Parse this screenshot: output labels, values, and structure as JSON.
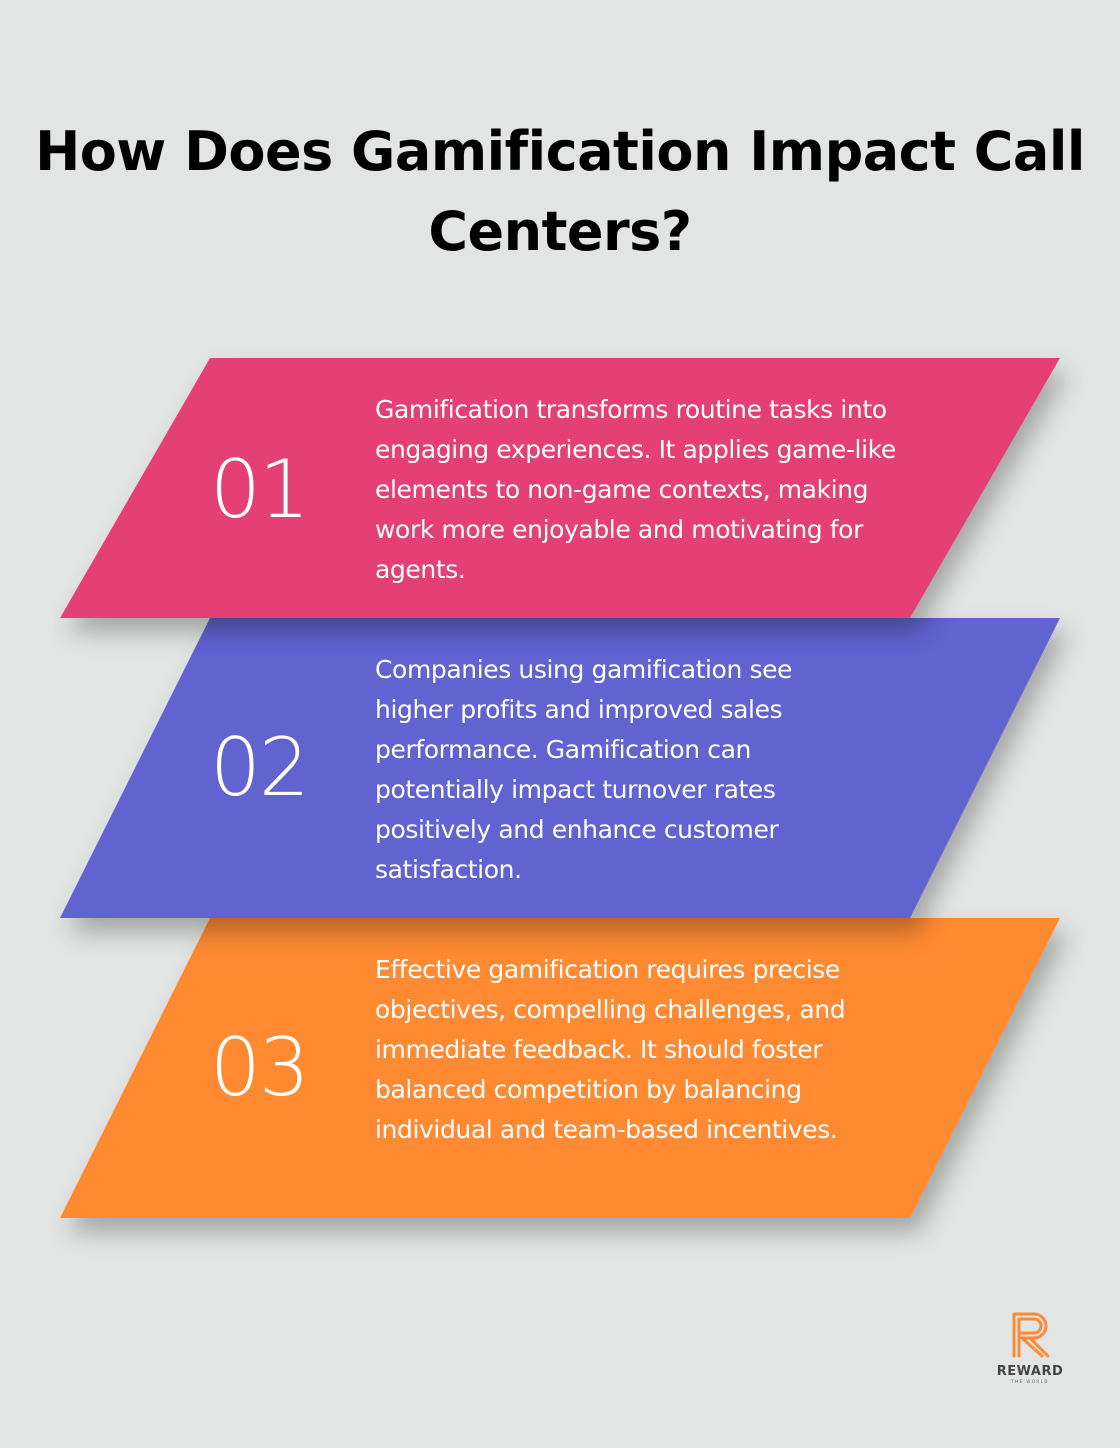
{
  "title": "How Does Gamification Impact Call Centers?",
  "colors": {
    "item1": "#e44174",
    "item2": "#6163d0",
    "item3": "#ff8a33",
    "background": "#e3e5e4"
  },
  "items": [
    {
      "number": "01",
      "text": "Gamification transforms routine tasks into engaging experiences. It applies game-like elements to non-game contexts, making work more enjoyable and motivating for agents."
    },
    {
      "number": "02",
      "text": "Companies using gamification see higher profits and improved sales performance. Gamification can potentially impact turnover rates positively and enhance customer satisfaction."
    },
    {
      "number": "03",
      "text": "Effective gamification requires precise objectives, compelling challenges, and immediate feedback. It should foster balanced competition by balancing individual and team-based incentives."
    }
  ],
  "logo": {
    "name": "REWARD",
    "tagline": "THE WORLD"
  }
}
